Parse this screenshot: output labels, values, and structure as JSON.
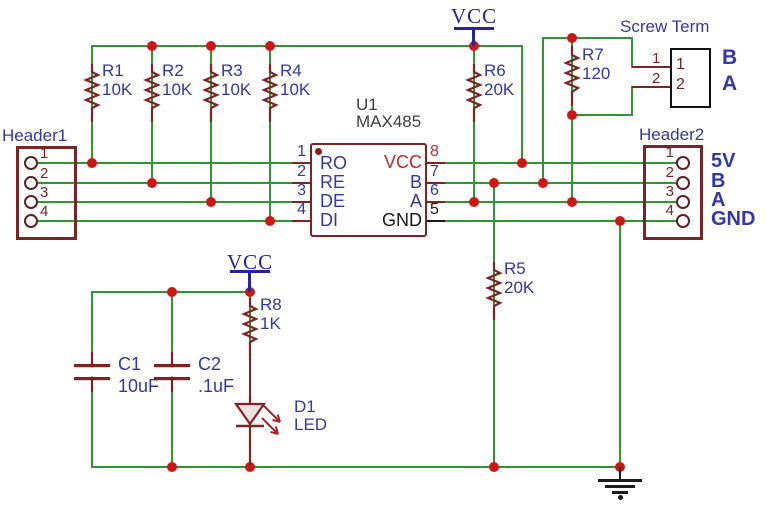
{
  "schematic": {
    "power_labels": {
      "vcc_main": "VCC",
      "vcc_led": "VCC"
    },
    "ic": {
      "ref": "U1",
      "part": "MAX485",
      "pins_left": [
        {
          "num": "1",
          "name": "RO"
        },
        {
          "num": "2",
          "name": "RE"
        },
        {
          "num": "3",
          "name": "DE"
        },
        {
          "num": "4",
          "name": "DI"
        }
      ],
      "pins_right": [
        {
          "num": "8",
          "name": "VCC"
        },
        {
          "num": "7",
          "name": "B"
        },
        {
          "num": "6",
          "name": "A"
        },
        {
          "num": "5",
          "name": "GND"
        }
      ]
    },
    "resistors": [
      {
        "ref": "R1",
        "value": "10K"
      },
      {
        "ref": "R2",
        "value": "10K"
      },
      {
        "ref": "R3",
        "value": "10K"
      },
      {
        "ref": "R4",
        "value": "10K"
      },
      {
        "ref": "R5",
        "value": "20K"
      },
      {
        "ref": "R6",
        "value": "20K"
      },
      {
        "ref": "R7",
        "value": "120"
      },
      {
        "ref": "R8",
        "value": "1K"
      }
    ],
    "capacitors": [
      {
        "ref": "C1",
        "value": "10uF"
      },
      {
        "ref": "C2",
        "value": ".1uF"
      }
    ],
    "diode": {
      "ref": "D1",
      "value": "LED"
    },
    "header1": {
      "label": "Header1",
      "pin_numbers": [
        "1",
        "2",
        "3",
        "4"
      ]
    },
    "header2": {
      "label": "Header2",
      "pin_numbers": [
        "1",
        "2",
        "3",
        "4"
      ],
      "pin_names": [
        "5V",
        "B",
        "A",
        "GND"
      ]
    },
    "screw_term": {
      "label": "Screw Term",
      "pin_numbers": [
        "1",
        "2"
      ],
      "pin_names": [
        "B",
        "A"
      ]
    },
    "colors": {
      "wire_green": "#2f9732",
      "component_maroon": "#7e2222",
      "junction_red": "#cf1616",
      "label_blue": "#3238a8",
      "power_blue": "#24249c",
      "vcc_red": "#c62828",
      "black": "#1a1a1a"
    }
  }
}
